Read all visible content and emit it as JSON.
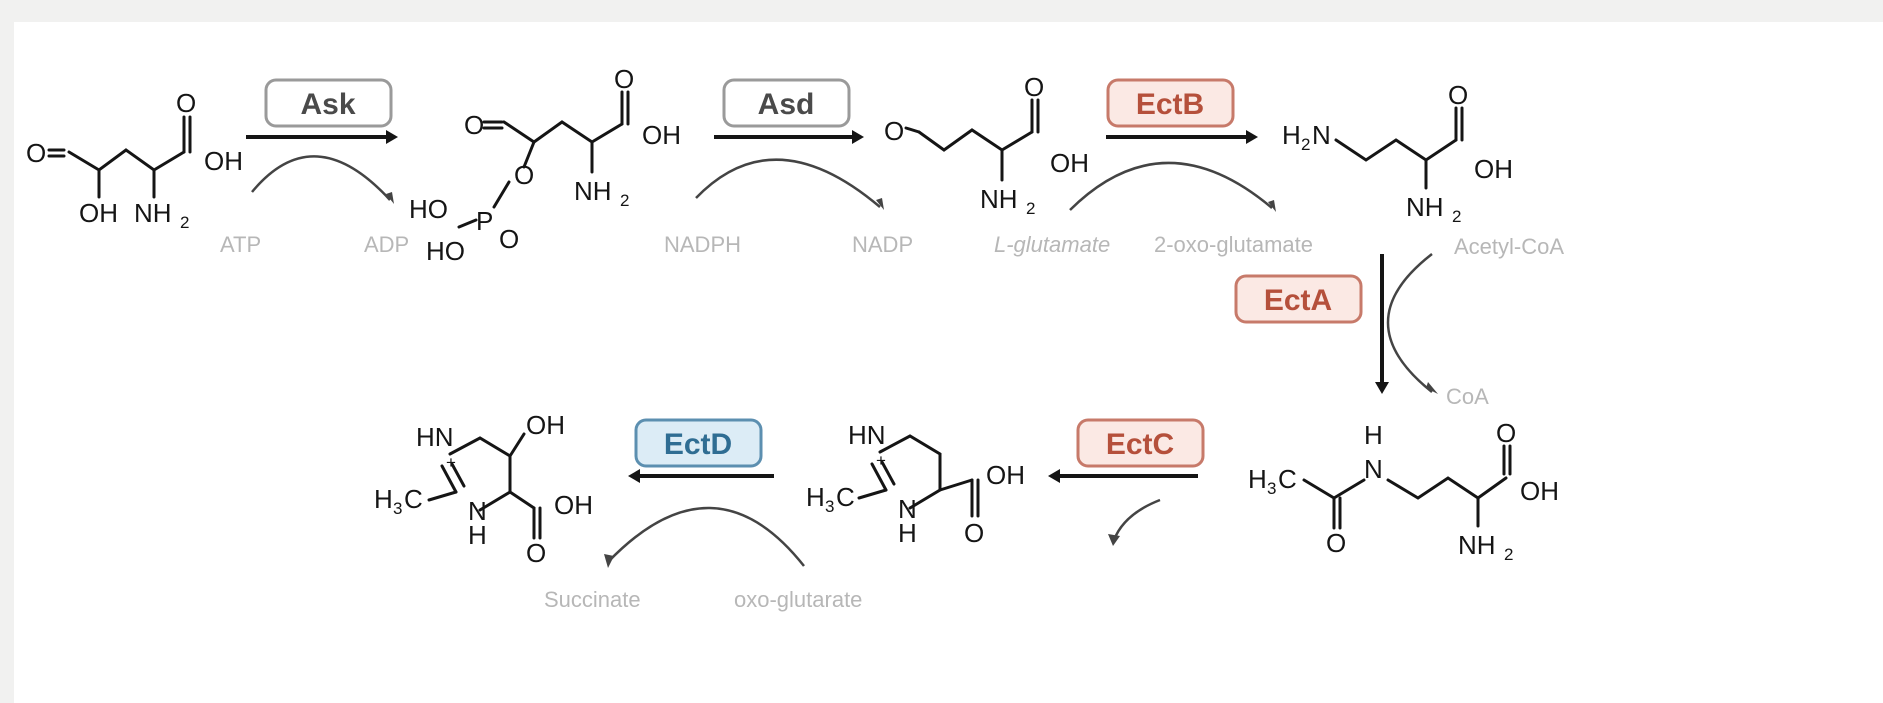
{
  "enzymes": [
    {
      "id": "ask",
      "label": "Ask",
      "border": "#9a9a9a",
      "fill": "#ffffff",
      "text": "#4a4a4a"
    },
    {
      "id": "asd",
      "label": "Asd",
      "border": "#9a9a9a",
      "fill": "#ffffff",
      "text": "#4a4a4a"
    },
    {
      "id": "ectb",
      "label": "EctB",
      "border": "#c77a6a",
      "fill": "#fbe9e4",
      "text": "#b5503b"
    },
    {
      "id": "ecta",
      "label": "EctA",
      "border": "#c77a6a",
      "fill": "#fbe9e4",
      "text": "#b5503b"
    },
    {
      "id": "ectc",
      "label": "EctC",
      "border": "#c77a6a",
      "fill": "#fbe9e4",
      "text": "#b5503b"
    },
    {
      "id": "ectd",
      "label": "EctD",
      "border": "#5c8fb0",
      "fill": "#dcecf6",
      "text": "#2f6d93"
    }
  ],
  "cofactors": {
    "atp": "ATP",
    "adp": "ADP",
    "nadph": "NADPH",
    "nadp": "NADP",
    "l_glutamate": "L-glutamate",
    "oxo_glutamate": "2-oxo-glutamate",
    "acetyl_coa": "Acetyl-CoA",
    "coa": "CoA",
    "succinate": "Succinate",
    "oxoglutarate": "oxo-glutarate"
  },
  "atoms": {
    "o": "O",
    "oh": "OH",
    "nh": "NH",
    "sub2": "2",
    "h2n": "H",
    "n": "N",
    "ho": "HO",
    "p": "P",
    "hn": "HN",
    "h": "H",
    "h3c": "H",
    "c": "C",
    "sub3": "3",
    "plus": "+"
  }
}
